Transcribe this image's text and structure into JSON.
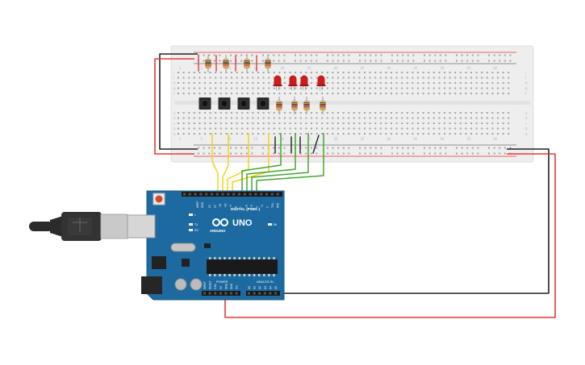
{
  "board": {
    "brand": "ARDUINO",
    "model": "UNO",
    "digital_header": "DIGITAL (PWM~)",
    "power_header": "POWER",
    "analog_header": "ANALOG IN",
    "tx_label": "TX",
    "rx_label": "RX",
    "on_label": "ON",
    "l_label": "L",
    "aref_label": "AREF",
    "gnd_label": "GND",
    "digital_pins": [
      "13",
      "12",
      "~11",
      "~10",
      "~9",
      "8",
      "7",
      "~6",
      "~5",
      "4",
      "~3",
      "2",
      "TX1",
      "RX0"
    ],
    "power_pins": [
      "IOREF",
      "RESET",
      "3.3V",
      "5V",
      "GND",
      "GND",
      "Vin"
    ],
    "analog_pins": [
      "A0",
      "A1",
      "A2",
      "A3",
      "A4",
      "A5"
    ]
  },
  "breadboard": {
    "column_numbers": [
      "1",
      "5",
      "10",
      "15",
      "20",
      "25",
      "30",
      "35",
      "40",
      "45",
      "50",
      "55",
      "60"
    ],
    "row_letters_top": [
      "j",
      "i",
      "h",
      "g",
      "f"
    ],
    "row_letters_bottom": [
      "e",
      "d",
      "c",
      "b",
      "a"
    ]
  },
  "components": {
    "buttons": 4,
    "leds": 4,
    "resistors": 8,
    "led_color": "#c81e1e"
  },
  "wire_colors": {
    "power": "#e53935",
    "ground": "#222222",
    "button_signal": "#f5d21a",
    "led_signal": "#43a52f"
  }
}
